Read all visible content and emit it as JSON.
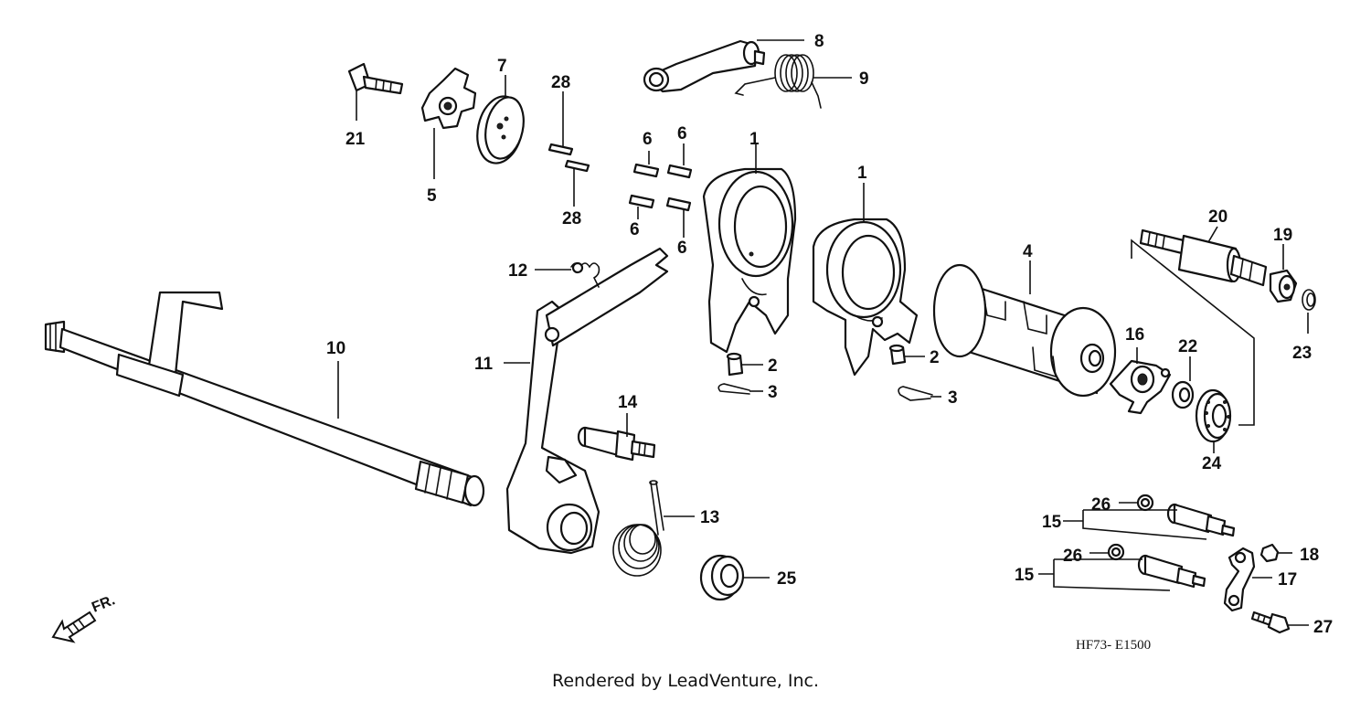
{
  "callouts": {
    "c1a": "1",
    "c1b": "1",
    "c2a": "2",
    "c2b": "2",
    "c3a": "3",
    "c3b": "3",
    "c4": "4",
    "c5": "5",
    "c6a": "6",
    "c6b": "6",
    "c6c": "6",
    "c6d": "6",
    "c7": "7",
    "c8": "8",
    "c9": "9",
    "c10": "10",
    "c11": "11",
    "c12": "12",
    "c13": "13",
    "c14": "14",
    "c15a": "15",
    "c15b": "15",
    "c16": "16",
    "c17": "17",
    "c18": "18",
    "c19": "19",
    "c20": "20",
    "c21": "21",
    "c22": "22",
    "c23": "23",
    "c24": "24",
    "c25": "25",
    "c26a": "26",
    "c26b": "26",
    "c27": "27",
    "c28a": "28",
    "c28b": "28"
  },
  "diagram_code": "HF73- E1500",
  "front_marker": "FR.",
  "credit": "Rendered by LeadVenture, Inc."
}
